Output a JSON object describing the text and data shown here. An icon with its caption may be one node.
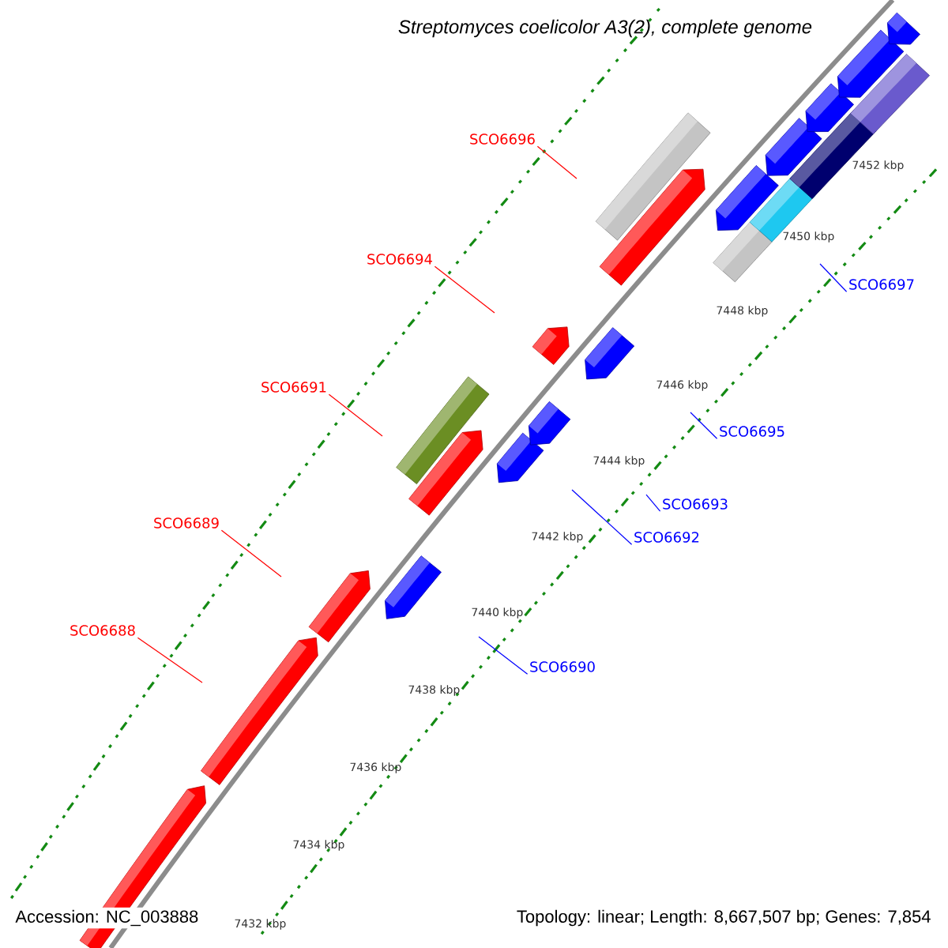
{
  "diagram": {
    "title": "Streptomyces coelicolor A3(2), complete genome",
    "nodes": [
      {
        "text": [
          "SCO6696"
        ]
      },
      {
        "text": [
          "SCO6694"
        ]
      },
      {
        "text": [
          "SCO6697"
        ]
      },
      {
        "text": [
          "SCO6691"
        ]
      },
      {
        "text": [
          "SCO6695"
        ]
      },
      {
        "text": [
          "SCO6693"
        ]
      },
      {
        "text": [
          "SCO6689"
        ]
      },
      {
        "text": [
          "SCO6692"
        ]
      },
      {
        "text": [
          "SCO6688"
        ]
      },
      {
        "text": [
          "SCO6690"
        ]
      }
    ],
    "edges": [
      {
        "from": 0,
        "to": null,
        "arrow": "none",
        "color": "#ff0000"
      },
      {
        "from": 1,
        "to": null,
        "arrow": "none",
        "color": "#ff0000"
      },
      {
        "from": 2,
        "to": null,
        "arrow": "none",
        "color": "#0000ff"
      },
      {
        "from": 3,
        "to": null,
        "arrow": "none",
        "color": "#ff0000"
      },
      {
        "from": 4,
        "to": null,
        "arrow": "none",
        "color": "#0000ff"
      },
      {
        "from": 5,
        "to": null,
        "arrow": "none",
        "color": "#0000ff"
      },
      {
        "from": 6,
        "to": null,
        "arrow": "none",
        "color": "#ff0000"
      },
      {
        "from": 7,
        "to": null,
        "arrow": "none",
        "color": "#0000ff"
      },
      {
        "from": 8,
        "to": null,
        "arrow": "none",
        "color": "#ff0000"
      },
      {
        "from": 9,
        "to": null,
        "arrow": "none",
        "color": "#0000ff"
      }
    ],
    "labels": [
      "7452 kbp",
      "7450 kbp",
      "7448 kbp",
      "7446 kbp",
      "7444 kbp",
      "7442 kbp",
      "7440 kbp",
      "7438 kbp",
      "7436 kbp",
      "7434 kbp",
      "7432 kbp",
      "Accession: NC_003888",
      "Topology: linear; Length: 8,667,507 bp; Genes: 7,854"
    ]
  }
}
